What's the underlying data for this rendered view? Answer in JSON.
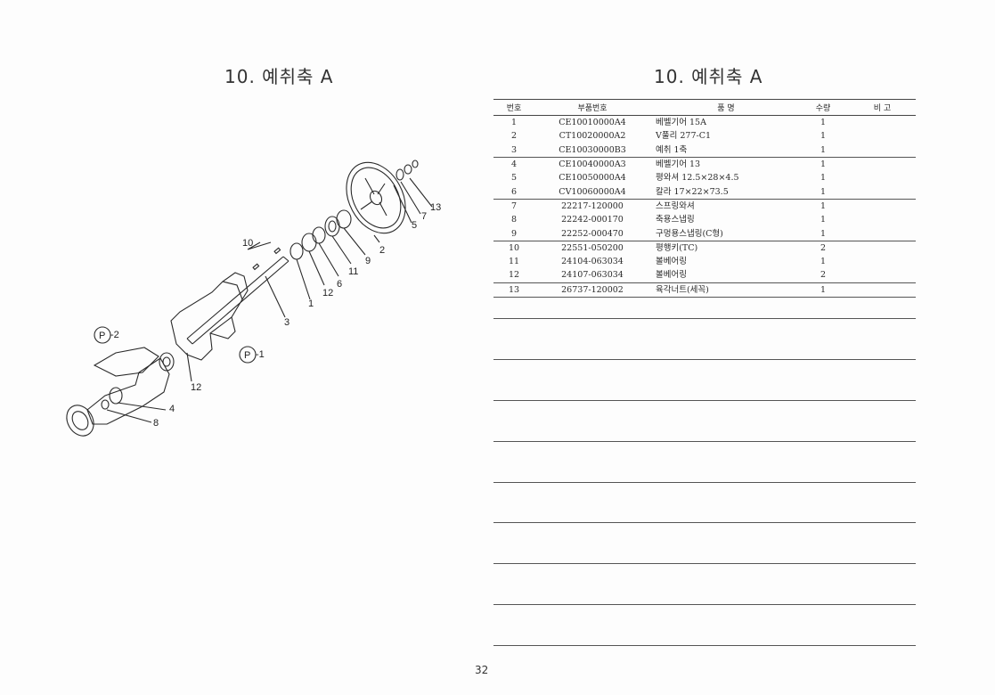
{
  "left_title": "10. 예취축 A",
  "right_title": "10. 예취축 A",
  "page_number": "32",
  "table": {
    "headers": {
      "no": "번호",
      "part": "부품번호",
      "name": "품  명",
      "qty": "수량",
      "note": "비  고"
    },
    "rows": [
      {
        "no": "1",
        "part": "CE10010000A4",
        "name": "베벨기어 15A",
        "qty": "1"
      },
      {
        "no": "2",
        "part": "CT10020000A2",
        "name": "V풀리 277-C1",
        "qty": "1"
      },
      {
        "no": "3",
        "part": "CE10030000B3",
        "name": "예취 1축",
        "qty": "1"
      },
      {
        "no": "4",
        "part": "CE10040000A3",
        "name": "베벨기어 13",
        "qty": "1"
      },
      {
        "no": "5",
        "part": "CE10050000A4",
        "name": "평와셔 12.5×28×4.5",
        "qty": "1"
      },
      {
        "no": "6",
        "part": "CV10060000A4",
        "name": "칼라 17×22×73.5",
        "qty": "1"
      },
      {
        "no": "7",
        "part": "22217-120000",
        "name": "스프링와셔",
        "qty": "1"
      },
      {
        "no": "8",
        "part": "22242-000170",
        "name": "축용스냅링",
        "qty": "1"
      },
      {
        "no": "9",
        "part": "22252-000470",
        "name": "구멍용스냅링(C형)",
        "qty": "1"
      },
      {
        "no": "10",
        "part": "22551-050200",
        "name": "평행키(TC)",
        "qty": "2"
      },
      {
        "no": "11",
        "part": "24104-063034",
        "name": "볼베어링",
        "qty": "1"
      },
      {
        "no": "12",
        "part": "24107-063034",
        "name": "볼베어링",
        "qty": "2"
      },
      {
        "no": "13",
        "part": "26737-120002",
        "name": "육각너트(세꼭)",
        "qty": "1"
      }
    ]
  },
  "callouts": {
    "c1": "1",
    "c2": "2",
    "c3": "3",
    "c4": "4",
    "c5": "5",
    "c6": "6",
    "c7": "7",
    "c8": "8",
    "c9": "9",
    "c10": "10",
    "c11": "11",
    "c12a": "12",
    "c12b": "12",
    "c13": "13",
    "ref_p2": "P",
    "ref_p2_suffix": "-2",
    "ref_p1": "P",
    "ref_p1_suffix": "-1"
  },
  "colors": {
    "ink": "#2a2a2a",
    "paper": "#fdfdfd"
  }
}
